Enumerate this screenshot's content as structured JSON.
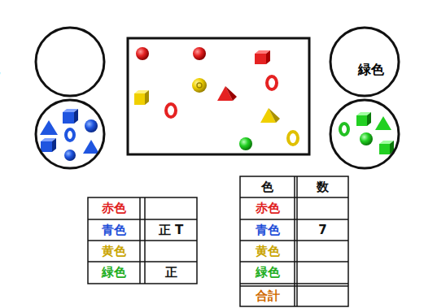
{
  "diagram": {
    "nodes": [
      {
        "text": [
          "赤色"
        ]
      },
      {
        "text": [
          "黄色"
        ]
      },
      {
        "text": [
          "青色"
        ]
      },
      {
        "text": [
          "緑色"
        ]
      }
    ],
    "labels": [
      "赤色",
      "青色",
      "正 T",
      "黄色",
      "緑色",
      "正",
      "色",
      "数",
      "赤色",
      "青色",
      "7",
      "黄色",
      "緑色",
      "合計"
    ]
  }
}
